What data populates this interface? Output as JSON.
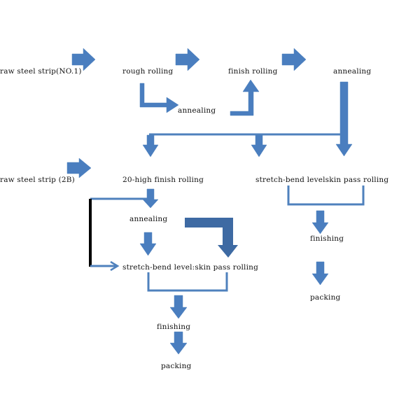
{
  "colors": {
    "arrow_fill": "#4a7ebf",
    "arrow_dark": "#3e6aa3",
    "connector": "#4f81bd",
    "black_line": "#000000",
    "text": "#111111"
  },
  "diagram": {
    "title": "",
    "top_flow": {
      "raw_strip_no1": "raw steel strip(NO.1)",
      "rough_rolling": "rough rolling",
      "annealing_intermediate": "annealing",
      "finish_rolling": "finish rolling",
      "annealing_top": "annealing"
    },
    "left_flow": {
      "raw_strip_2b": "raw steel strip (2B)",
      "twenty_high": "20-high finish rolling",
      "annealing": "annealing",
      "stretch_skin": "stretch-bend level:skin pass rolling",
      "finishing": "finishing",
      "packing": "packing"
    },
    "right_flow": {
      "stretch_skin": "stretch-bend levelskin pass rolling",
      "finishing": "finishing",
      "packing": "packing"
    }
  }
}
